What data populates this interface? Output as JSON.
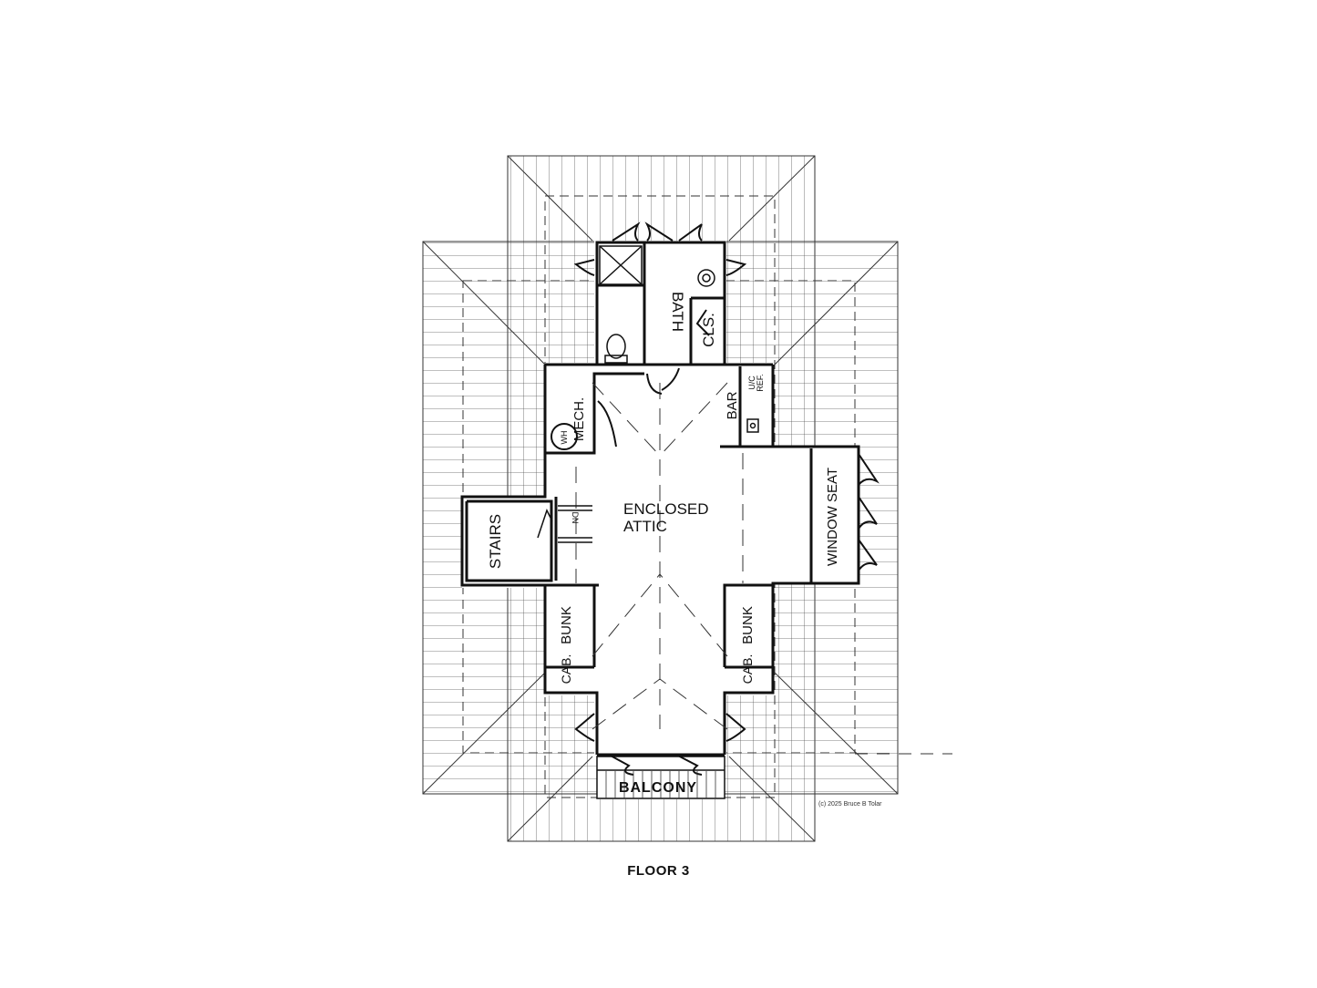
{
  "plan": {
    "caption": "FLOOR 3",
    "copyright": "(c) 2025 Bruce B Tolar",
    "rooms": {
      "bath": "BATH",
      "closet": "CLS.",
      "mech": "MECH.",
      "water_heater": "WH",
      "bar": "BAR",
      "undercounter_fridge_1": "U/C",
      "undercounter_fridge_2": "REF.",
      "attic_line1": "ENCLOSED",
      "attic_line2": "ATTIC",
      "stairs": "STAIRS",
      "down": "DN",
      "window_seat": "WINDOW SEAT",
      "bunk_left": "BUNK",
      "bunk_right": "BUNK",
      "cab_left": "CAB.",
      "cab_right": "CAB.",
      "balcony": "BALCONY"
    }
  }
}
